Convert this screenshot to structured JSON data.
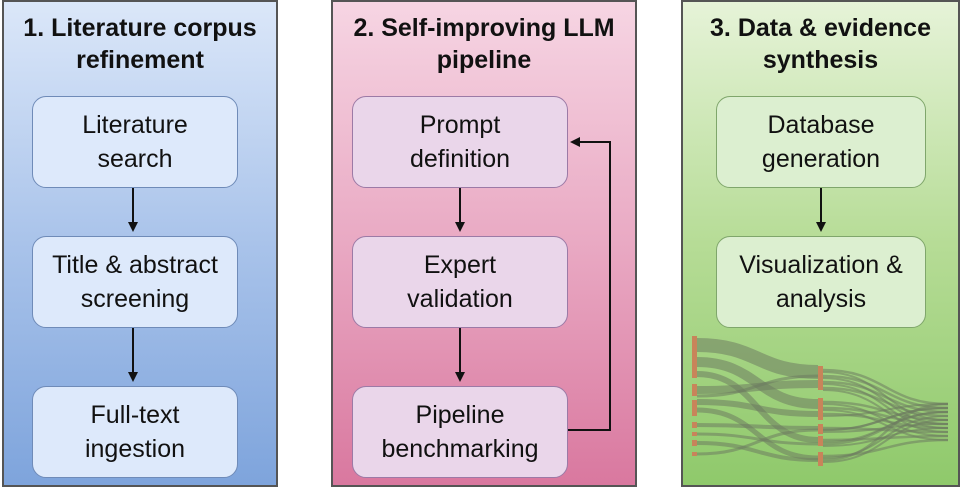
{
  "panels": [
    {
      "title": "1. Literature corpus\nrefinement",
      "boxes": [
        "Literature\nsearch",
        "Title & abstract\nscreening",
        "Full-text\ningestion"
      ]
    },
    {
      "title": "2. Self-improving LLM\npipeline",
      "boxes": [
        "Prompt\ndefinition",
        "Expert\nvalidation",
        "Pipeline\nbenchmarking"
      ]
    },
    {
      "title": "3. Data & evidence\nsynthesis",
      "boxes": [
        "Database\ngeneration",
        "Visualization &\nanalysis"
      ]
    }
  ],
  "colors": {
    "panel1": "#a9c3ea",
    "panel2": "#e9a9c3",
    "panel3": "#b6dc96",
    "sankey_bar": "#c8845a",
    "sankey_flow": "#6e7b61"
  }
}
